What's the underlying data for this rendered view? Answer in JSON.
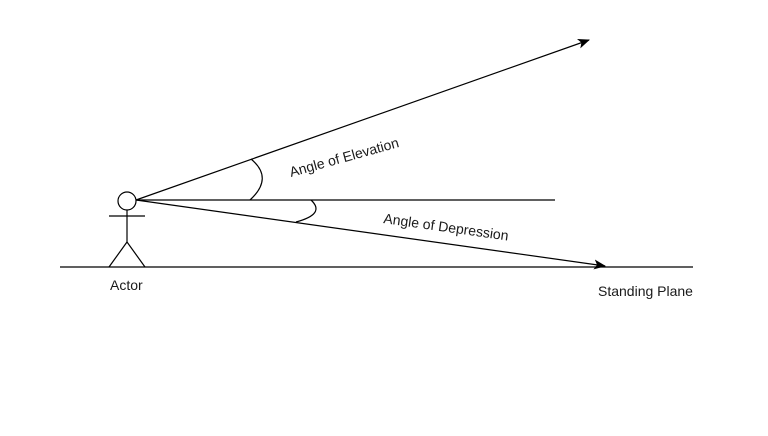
{
  "diagram": {
    "labels": {
      "elevation": "Angle of Elevation",
      "depression": "Angle of Depression",
      "actor": "Actor",
      "plane": "Standing Plane"
    }
  }
}
